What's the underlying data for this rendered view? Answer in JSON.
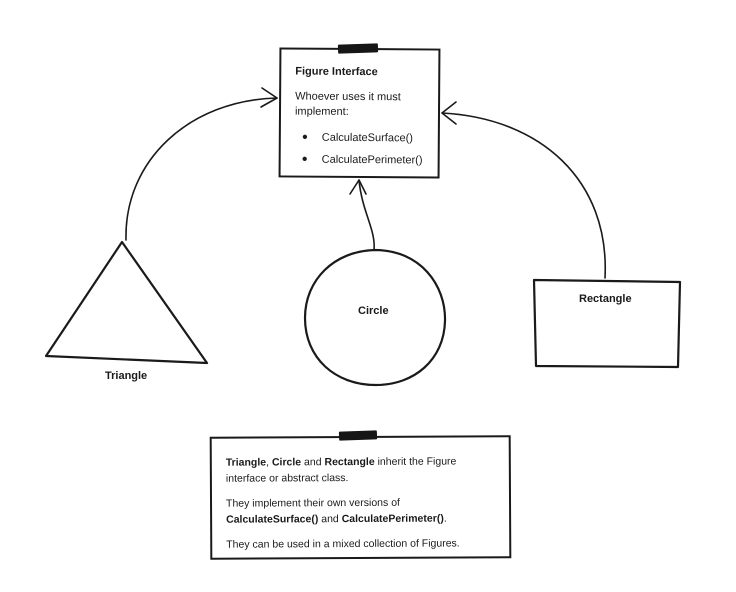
{
  "interface_box": {
    "title": "Figure Interface",
    "description": "Whoever uses it must implement:",
    "methods": [
      "CalculateSurface()",
      "CalculatePerimeter()"
    ],
    "bullet": "●"
  },
  "shapes": {
    "triangle": "Triangle",
    "circle": "Circle",
    "rectangle": "Rectangle"
  },
  "summary_box": {
    "p1": {
      "s1": "Triangle",
      "t1": ", ",
      "s2": "Circle",
      "t2": " and ",
      "s3": "Rectangle",
      "t3": " inherit the Figure interface or abstract class."
    },
    "p2": {
      "t1": "They implement their own versions of ",
      "s1": "CalculateSurface()",
      "t2": " and ",
      "s2": "CalculatePerimeter()",
      "t3": "."
    },
    "p3": "They can be used in a mixed collection of Figures."
  },
  "colors": {
    "stroke": "#1a1a1a",
    "tape": "#161616",
    "background": "#ffffff"
  }
}
